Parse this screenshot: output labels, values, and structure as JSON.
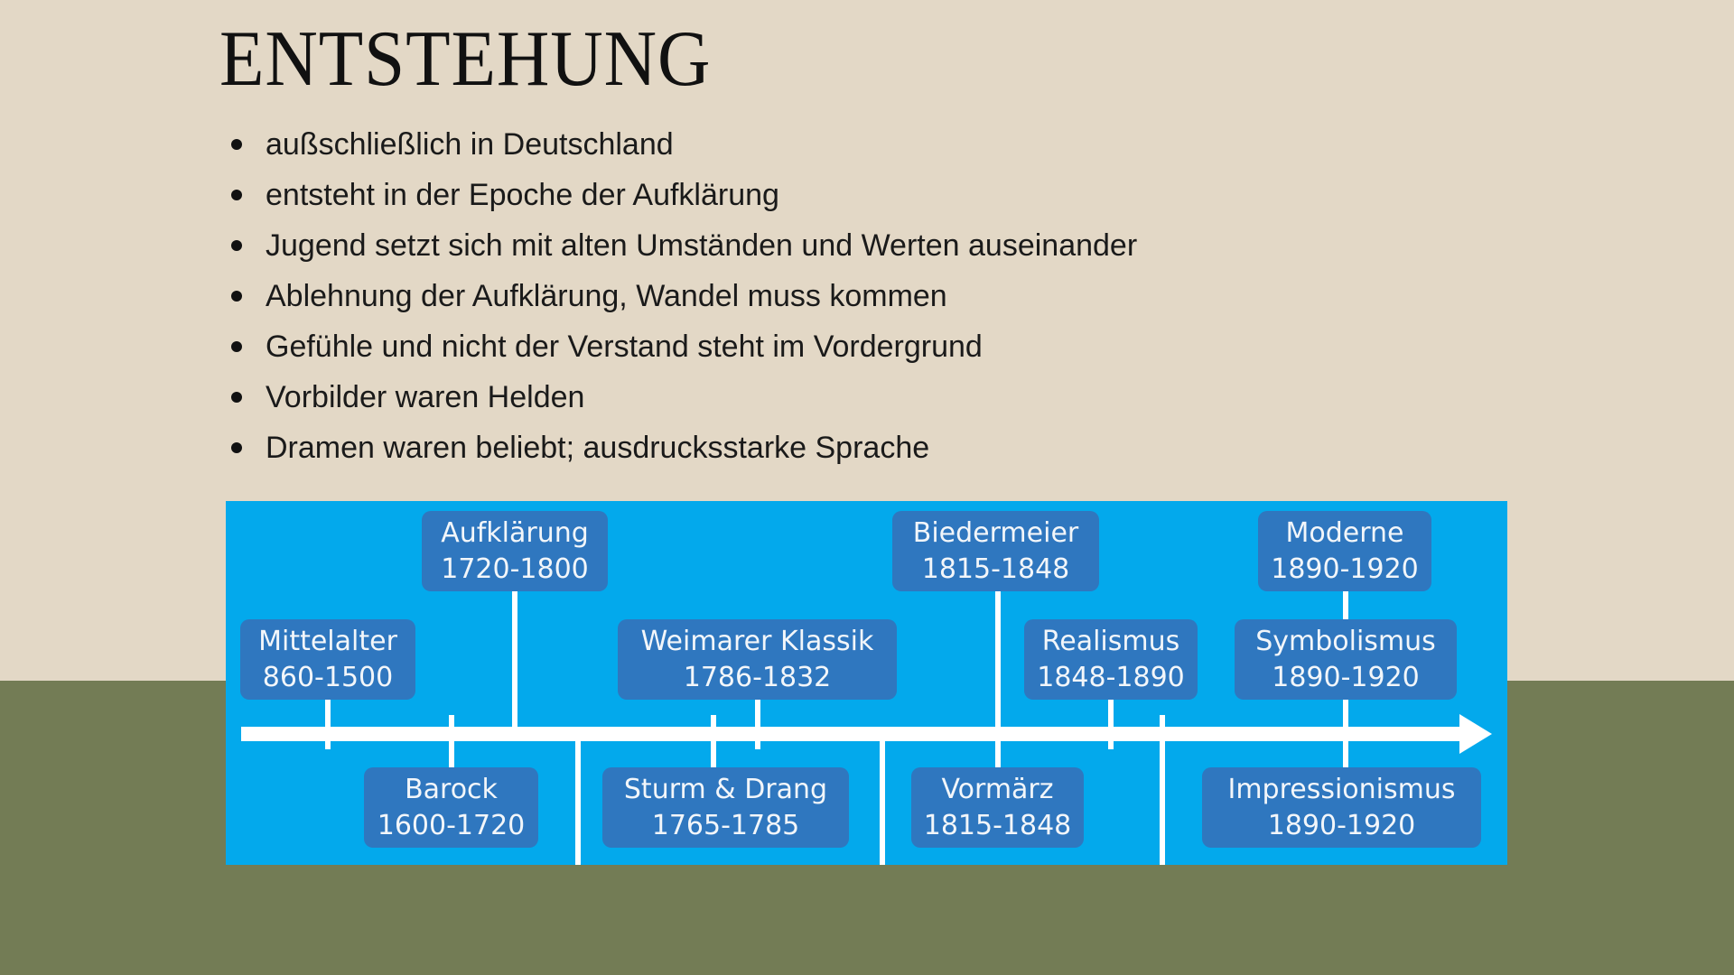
{
  "slide": {
    "title": "ENTSTEHUNG",
    "bullets": [
      "außschließlich in Deutschland",
      "entsteht in der Epoche der Aufklärung",
      "Jugend setzt sich mit alten Umständen und Werten auseinander",
      "Ablehnung der Aufklärung, Wandel muss kommen",
      "Gefühle und nicht der Verstand steht im Vordergrund",
      "Vorbilder waren Helden",
      "Dramen waren beliebt; ausdrucksstarke Sprache"
    ]
  },
  "colors": {
    "background_top": "#e3d8c6",
    "background_bottom": "#737c55",
    "timeline_bg": "#03a9ec",
    "box_bg": "#2f77bf",
    "line": "#ffffff"
  },
  "timeline": {
    "epochs": {
      "mittelalter": {
        "name": "Mittelalter",
        "years": "860-1500"
      },
      "barock": {
        "name": "Barock",
        "years": "1600-1720"
      },
      "aufklaerung": {
        "name": "Aufklärung",
        "years": "1720-1800"
      },
      "sturm": {
        "name": "Sturm & Drang",
        "years": "1765-1785"
      },
      "weimar": {
        "name": "Weimarer Klassik",
        "years": "1786-1832"
      },
      "biedermeier": {
        "name": "Biedermeier",
        "years": "1815-1848"
      },
      "vormaerz": {
        "name": "Vormärz",
        "years": "1815-1848"
      },
      "realismus": {
        "name": "Realismus",
        "years": "1848-1890"
      },
      "moderne": {
        "name": "Moderne",
        "years": "1890-1920"
      },
      "symbolismus": {
        "name": "Symbolismus",
        "years": "1890-1920"
      },
      "impressionismus": {
        "name": "Impressionismus",
        "years": "1890-1920"
      }
    }
  }
}
